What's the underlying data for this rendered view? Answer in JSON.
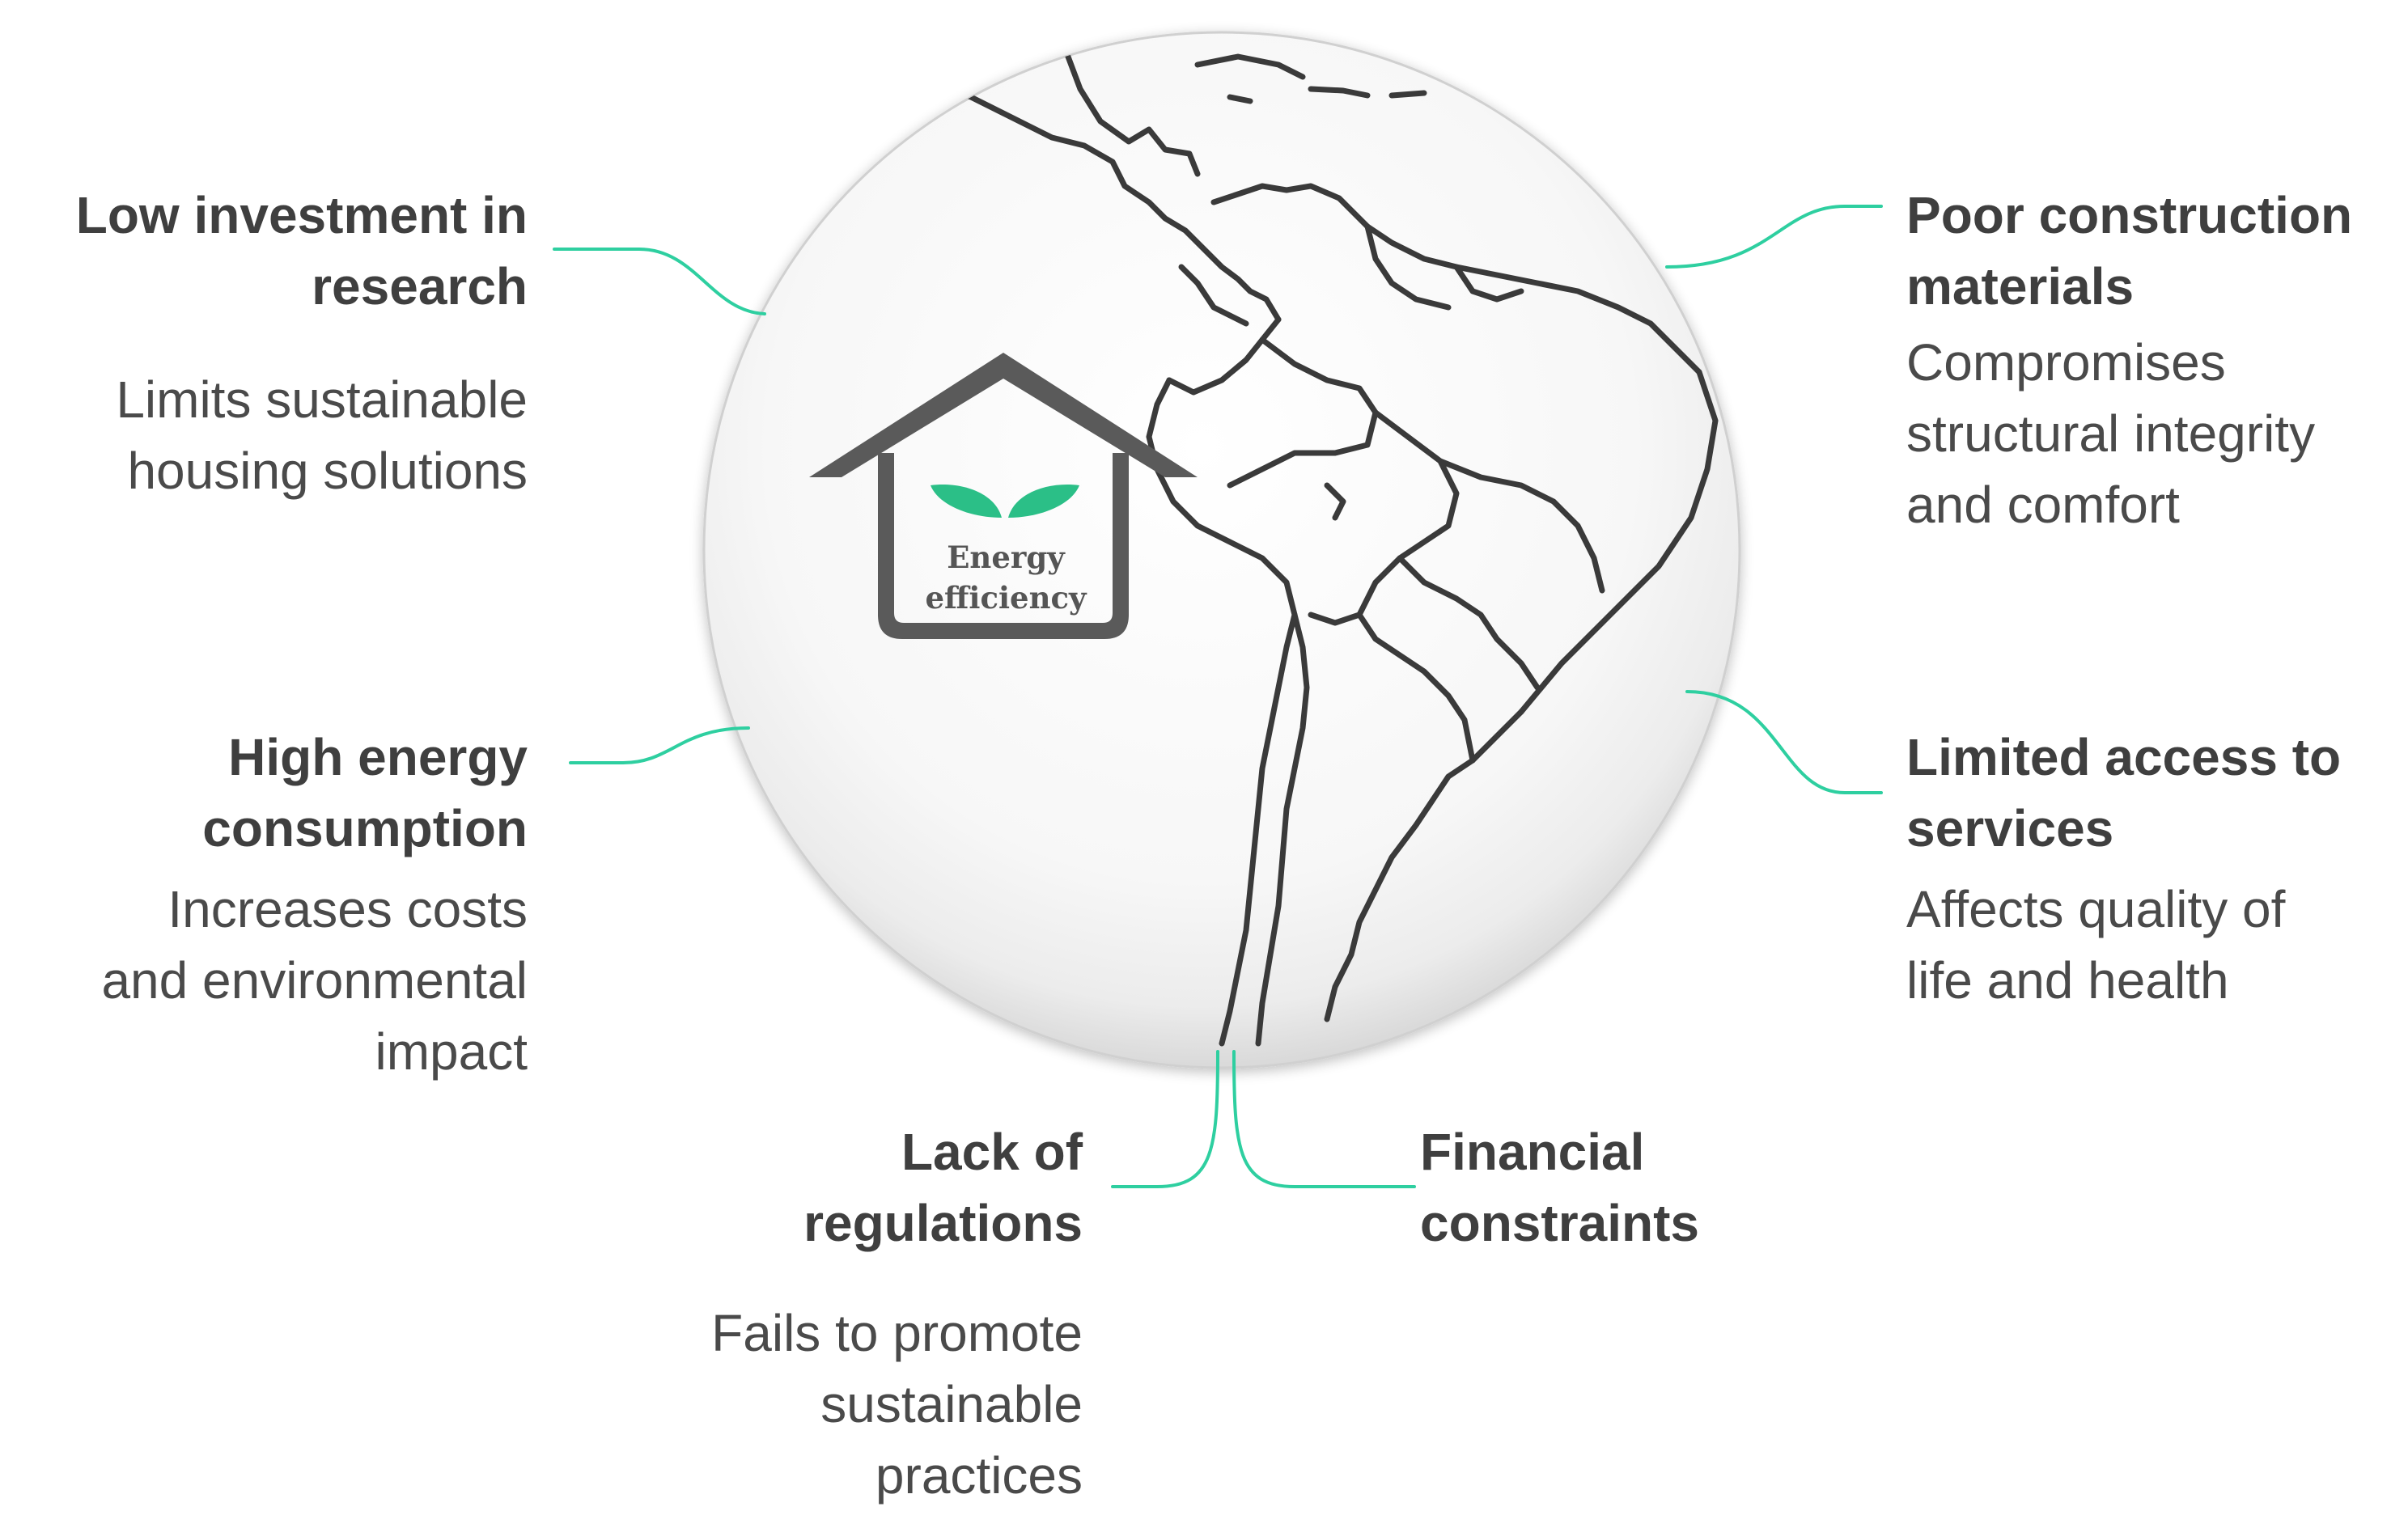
{
  "items": {
    "low_investment": {
      "title": "Low investment in\nresearch",
      "desc": "Limits sustainable\nhousing solutions"
    },
    "high_energy": {
      "title": "High energy\nconsumption",
      "desc": "Increases costs\nand environmental\nimpact"
    },
    "lack_regulations": {
      "title": "Lack of\nregulations",
      "desc": "Fails to promote\nsustainable\npractices"
    },
    "poor_construction": {
      "title": "Poor construction\nmaterials",
      "desc": "Compromises\nstructural integrity\nand comfort"
    },
    "limited_access": {
      "title": "Limited access to\nservices",
      "desc": "Affects quality of\nlife and health"
    },
    "financial": {
      "title": "Financial\nconstraints"
    }
  },
  "center": {
    "logo_line1": "Energy",
    "logo_line2": "efficiency"
  },
  "colors": {
    "connector": "#2ecfa0",
    "title": "#3f3f3f",
    "desc": "#4a4a4a",
    "house": "#5a5a5a",
    "leaf": "#2bbf87",
    "map_lines": "#3a3a3a"
  },
  "icons": {
    "center": "globe-map-icon",
    "logo": "house-icon",
    "leaf": "leaf-icon"
  }
}
